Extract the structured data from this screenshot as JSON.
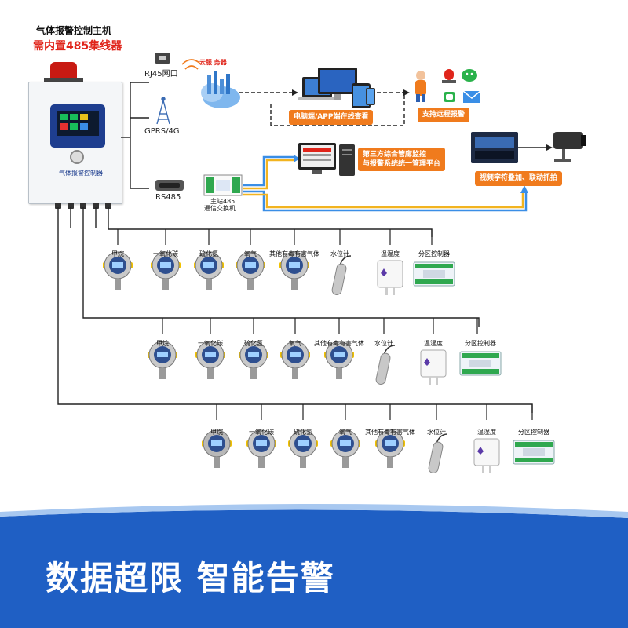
{
  "header": {
    "title": "气体报警控制主机",
    "subtitle": "需内置485集线器"
  },
  "controller": {
    "panel_label": "气体报警控制器"
  },
  "connections": {
    "rj45": "RJ45网口",
    "gprs": "GPRS/4G",
    "rs485": "RS485",
    "cloud": "云服 务器",
    "switch": "二主站485\n通信交换机"
  },
  "tags": {
    "online_view": "电脑端/APP端在线查看",
    "remote_alarm": "支持远程报警",
    "third_party_line1": "第三方综合管廊监控",
    "third_party_line2": "与报警系统统一管理平台",
    "video_overlay": "视频字符叠加、联动抓拍"
  },
  "rows": [
    {
      "labels": [
        "甲烷",
        "一氧化碳",
        "硫化氢",
        "氧气",
        "其他有毒有害气体",
        "水位计",
        "温湿度",
        "分区控制器"
      ]
    },
    {
      "labels": [
        "甲烷",
        "一氧化碳",
        "硫化氢",
        "氧气",
        "其他有毒有害气体",
        "水位计",
        "温湿度",
        "分区控制器"
      ]
    },
    {
      "labels": [
        "甲烷",
        "一氧化碳",
        "硫化氢",
        "氧气",
        "其他有毒有害气体",
        "水位计",
        "温湿度",
        "分区控制器"
      ]
    }
  ],
  "footer": {
    "slogan": "数据超限 智能告警"
  },
  "colors": {
    "banner_blue": "#1f5fc4",
    "tag_orange": "#f07b1d",
    "alarm_red": "#e0251b",
    "sensor_yellow": "#f2c200",
    "link_blue": "#3a8ee6",
    "link_yellow": "#f2b420"
  }
}
